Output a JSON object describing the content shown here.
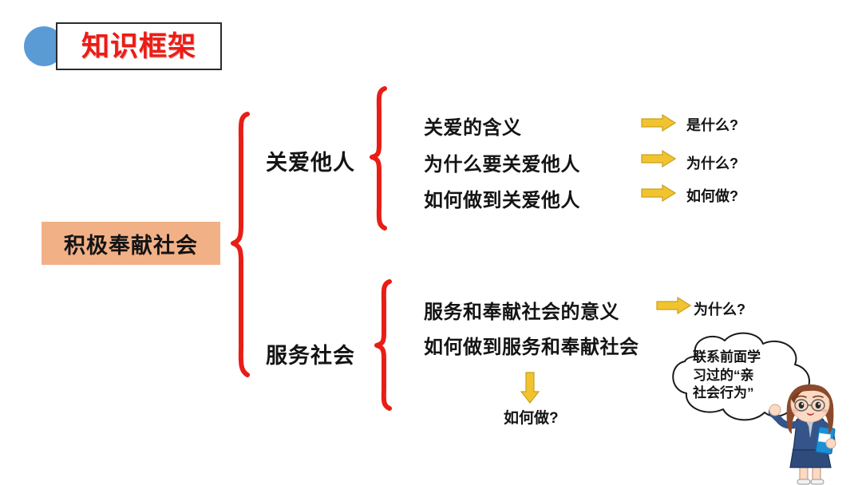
{
  "header": {
    "title": "知识框架",
    "title_color": "#EE1B15",
    "circle_color": "#5B9BD5",
    "box_border_color": "#2b2b2b"
  },
  "diagram": {
    "root": {
      "label": "积极奉献社会",
      "background": "#F2B087"
    },
    "brace_color": "#E81E16",
    "arrow_color": "#F1C32E",
    "branches": [
      {
        "label": "关爱他人",
        "items": [
          {
            "text": "关爱的含义",
            "question": "是什么?"
          },
          {
            "text": "为什么要关爱他人",
            "question": "为什么?"
          },
          {
            "text": "如何做到关爱他人",
            "question": "如何做?"
          }
        ]
      },
      {
        "label": "服务社会",
        "items": [
          {
            "text": "服务和奉献社会的意义",
            "question": "为什么?"
          },
          {
            "text": "如何做到服务和奉献社会",
            "question": "如何做?"
          }
        ]
      }
    ]
  },
  "callout": {
    "text": "联系前面学习过的“亲社会行为”",
    "line_1": "联系前面学",
    "line_2": "习过的“亲",
    "line_3": "社会行为”"
  },
  "character": {
    "description": "卡通女老师",
    "hair_color": "#8B4A2B",
    "suit_color": "#2E4B7C",
    "skin_color": "#FBD9C3",
    "folder_color": "#1C8FD6"
  }
}
